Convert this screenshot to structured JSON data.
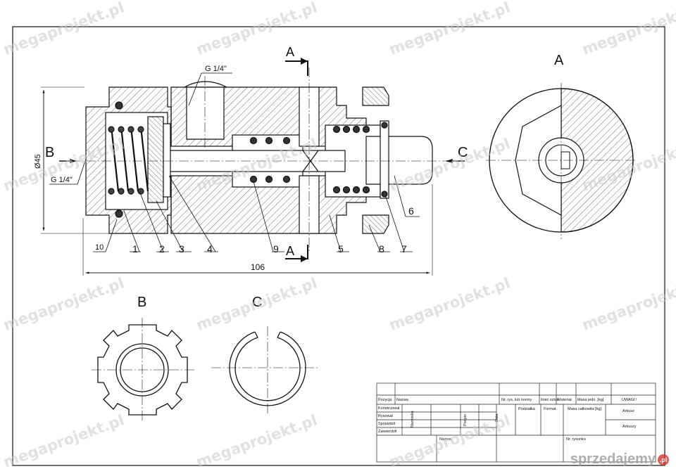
{
  "drawing": {
    "views": {
      "section": "A",
      "b": "B",
      "c": "C"
    },
    "section_markers": [
      "A",
      "A"
    ],
    "arrows": [
      "B",
      "C"
    ],
    "threads": [
      "G 1/4\"",
      "G 1/4\""
    ],
    "dimensions": {
      "diameter": "Ø45",
      "length": "106"
    },
    "parts": [
      "10",
      "1",
      "2",
      "3",
      "4",
      "9",
      "5",
      "8",
      "7",
      "6"
    ]
  },
  "title_block": {
    "header": [
      "Pozycja",
      "Nazwa",
      "Nr. rys. lub normy",
      "Ilość sztuk",
      "Materiał",
      "Masa jedn. [kg]",
      "UWAGI !"
    ],
    "roles": [
      "Konstruował",
      "Rysował",
      "Sprawdził",
      "Zatwierdził"
    ],
    "vertical": [
      "Nazwisko",
      "Podpis",
      "Data"
    ],
    "scale": "Podziałka",
    "format": "Format",
    "mass_total": "Masa całkowita [kg]",
    "sheet": "Arkusz",
    "sheets": "Arkuszy",
    "name": "Nazwa",
    "drawing_no": "Nr. rysunku"
  },
  "watermark": "megaprojekt.pl",
  "badge": {
    "brand": "sprzedajemy",
    "suffix": ".pl"
  }
}
